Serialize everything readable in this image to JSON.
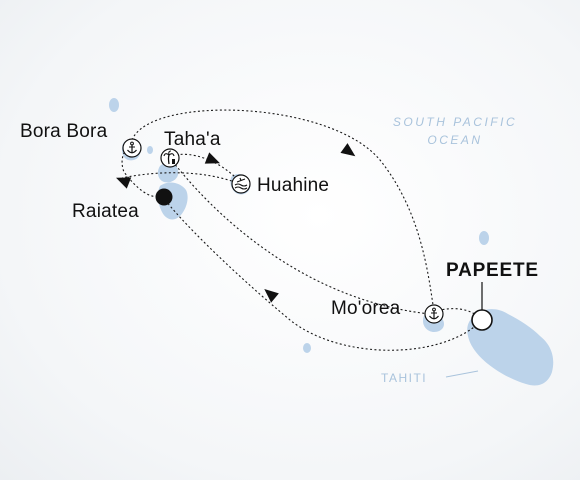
{
  "map": {
    "ocean_label_line1": "SOUTH PACIFIC",
    "ocean_label_line2": "OCEAN",
    "island_label": "TAHITI",
    "ports": {
      "bora_bora": "Bora Bora",
      "tahaa": "Taha'a",
      "huahine": "Huahine",
      "raiatea": "Raiatea",
      "moorea": "Mo'orea",
      "papeete": "PAPEETE"
    },
    "icons": {
      "bora_bora": "anchor-icon",
      "tahaa": "palm-tree-icon",
      "huahine": "beach-waves-icon",
      "moorea": "anchor-icon"
    },
    "colors": {
      "land": "#bcd3ea",
      "label_water": "#a9c3dc",
      "route": "#1a1a1a"
    }
  }
}
